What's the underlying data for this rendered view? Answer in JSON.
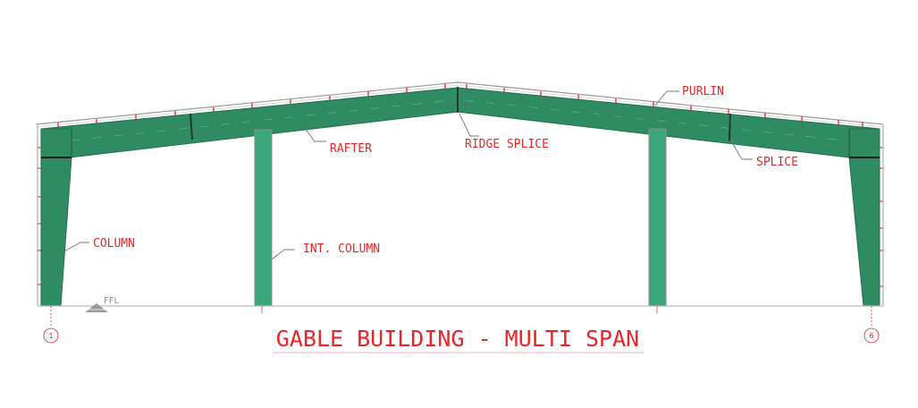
{
  "title": "GABLE BUILDING - MULTI SPAN",
  "labels": {
    "purlin": "PURLIN",
    "rafter": "RAFTER",
    "ridge_splice": "RIDGE SPLICE",
    "splice": "SPLICE",
    "column": "COLUMN",
    "int_column": "INT. COLUMN",
    "ffl": "FFL"
  },
  "grid_markers": {
    "left": "1",
    "right": "6"
  },
  "colors": {
    "steel": "#2e8b62",
    "int_column": "#3aa679",
    "label": "#e8262a",
    "leader": "#777777",
    "ground": "#bbbbbb"
  }
}
